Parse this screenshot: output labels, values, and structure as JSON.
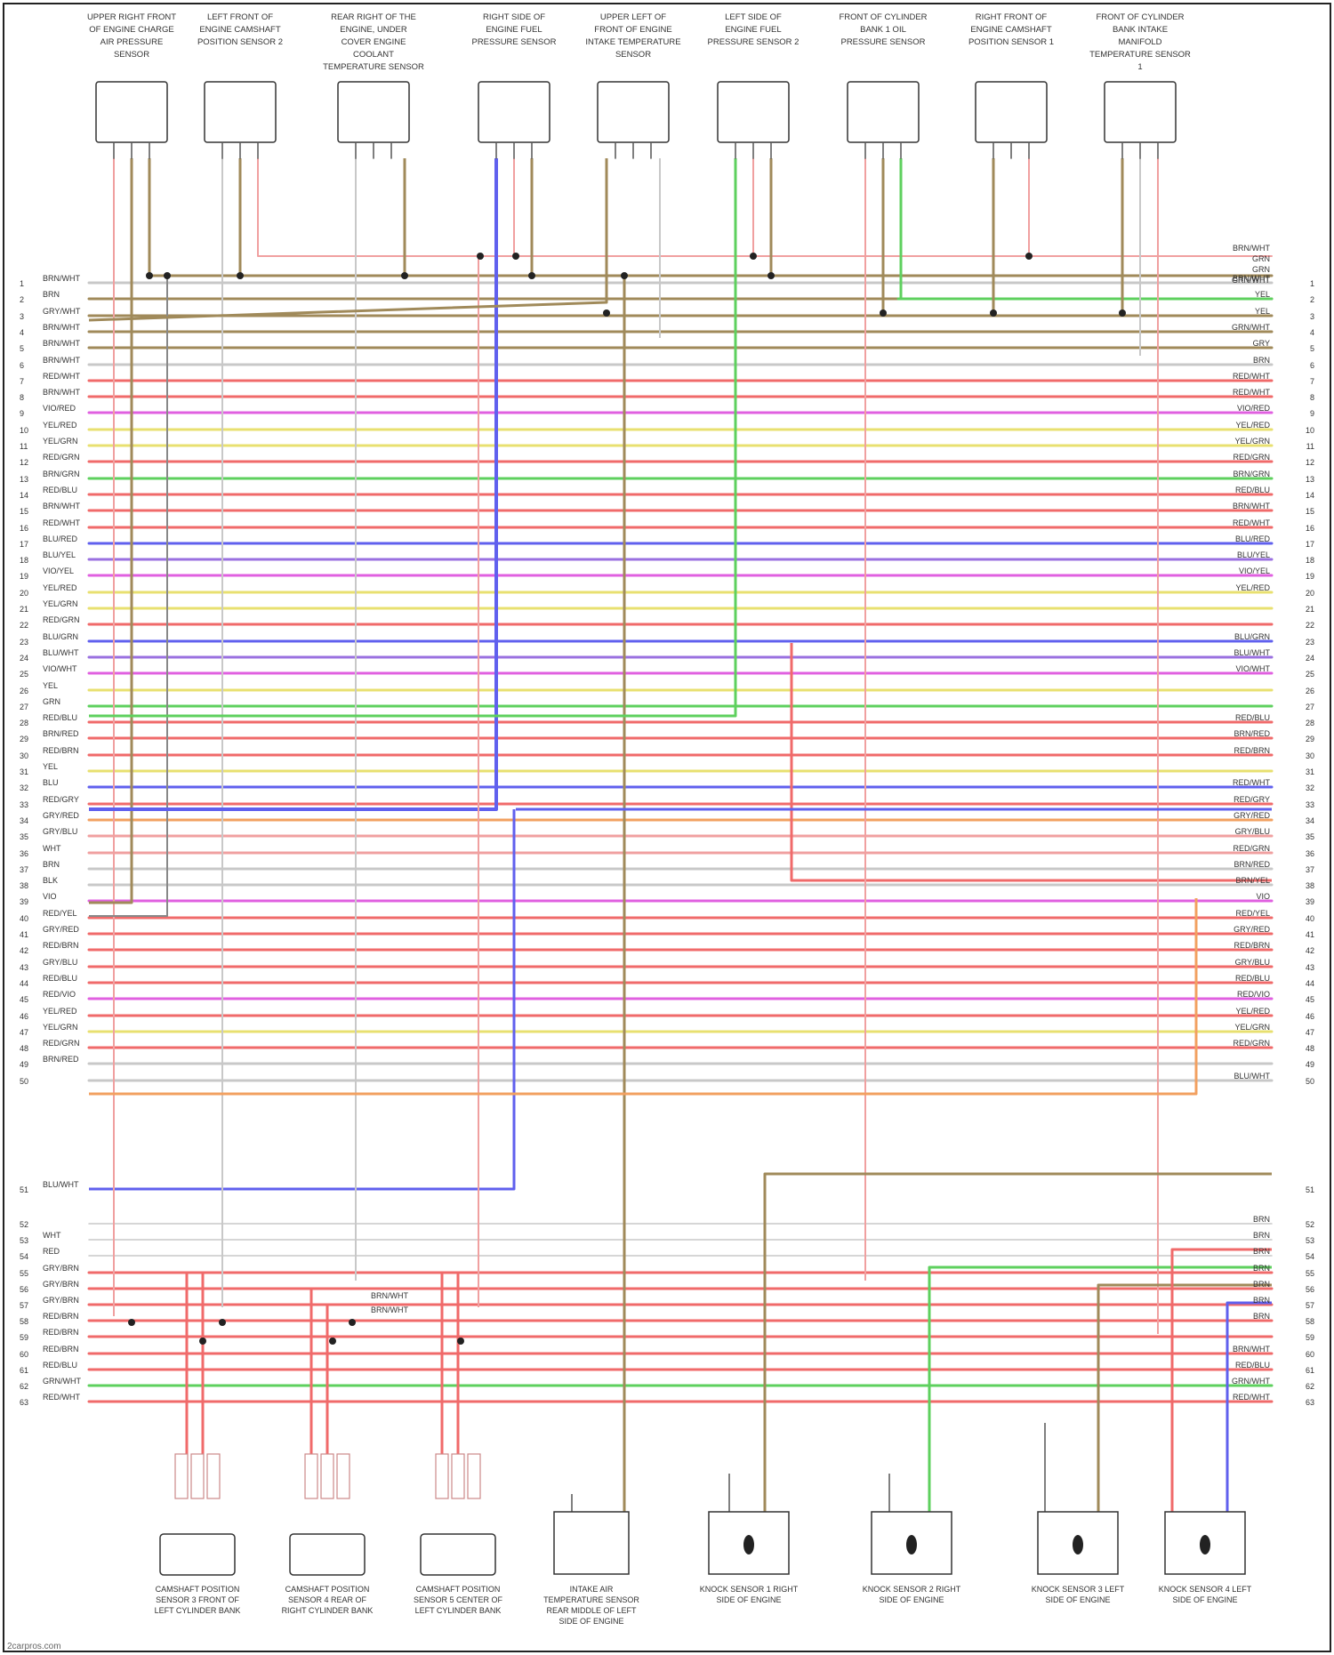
{
  "colors": {
    "frame": "#222222",
    "red": "#f06a6a",
    "pink": "#f0a0a0",
    "orange": "#f2a060",
    "yellow": "#e8e070",
    "green": "#5ed05e",
    "blue": "#6060ee",
    "violet": "#9a70e0",
    "magenta": "#e060e0",
    "brown": "#a08a5a",
    "gray": "#c8c8c8"
  },
  "sensors_top": [
    {
      "label": "UPPER RIGHT FRONT OF ENGINE CHARGE AIR PRESSURE SENSOR"
    },
    {
      "label": "LEFT FRONT OF ENGINE CAMSHAFT POSITION SENSOR 2"
    },
    {
      "label": "REAR RIGHT OF THE ENGINE, UNDER COVER ENGINE COOLANT TEMPERATURE SENSOR"
    },
    {
      "label": "RIGHT SIDE OF ENGINE FUEL PRESSURE SENSOR"
    },
    {
      "label": "UPPER LEFT OF FRONT OF ENGINE INTAKE TEMPERATURE SENSOR"
    },
    {
      "label": "LEFT SIDE OF ENGINE FUEL PRESSURE SENSOR 2"
    },
    {
      "label": "FRONT OF CYLINDER BANK 1 OIL PRESSURE SENSOR"
    },
    {
      "label": "RIGHT FRONT OF ENGINE CAMSHAFT POSITION SENSOR 1"
    },
    {
      "label": "FRONT OF CYLINDER BANK INTAKE MANIFOLD TEMPERATURE SENSOR 1"
    }
  ],
  "sensors_bottom": [
    {
      "label": "CAMSHAFT POSITION SENSOR 3 FRONT OF LEFT CYLINDER BANK"
    },
    {
      "label": "CAMSHAFT POSITION SENSOR 4 REAR OF RIGHT CYLINDER BANK"
    },
    {
      "label": "CAMSHAFT POSITION SENSOR 5 CENTER OF LEFT CYLINDER BANK"
    },
    {
      "label": "INTAKE AIR TEMPERATURE SENSOR REAR MIDDLE OF LEFT SIDE OF ENGINE"
    },
    {
      "label": "KNOCK SENSOR 1 RIGHT SIDE OF ENGINE"
    },
    {
      "label": "KNOCK SENSOR 2 RIGHT SIDE OF ENGINE"
    },
    {
      "label": "KNOCK SENSOR 3 LEFT SIDE OF ENGINE"
    },
    {
      "label": "KNOCK SENSOR 4 LEFT SIDE OF ENGINE"
    }
  ],
  "rows_top": [
    {
      "n": "1",
      "lw": "BRN/WHT",
      "rw": "BRN/WHT",
      "c": "gray"
    },
    {
      "n": "2",
      "lw": "BRN",
      "rw": "YEL",
      "c": "brown"
    },
    {
      "n": "3",
      "lw": "GRY/WHT",
      "rw": "YEL",
      "c": "brown"
    },
    {
      "n": "4",
      "lw": "BRN/WHT",
      "rw": "GRN/WHT",
      "c": "brown"
    },
    {
      "n": "5",
      "lw": "BRN/WHT",
      "rw": "GRY",
      "c": "brown"
    },
    {
      "n": "6",
      "lw": "BRN/WHT",
      "rw": "BRN",
      "c": "gray"
    },
    {
      "n": "7",
      "lw": "RED/WHT",
      "rw": "RED/WHT",
      "c": "red"
    },
    {
      "n": "8",
      "lw": "BRN/WHT",
      "rw": "RED/WHT",
      "c": "red"
    },
    {
      "n": "9",
      "lw": "VIO/RED",
      "rw": "VIO/RED",
      "c": "magenta"
    },
    {
      "n": "10",
      "lw": "YEL/RED",
      "rw": "YEL/RED",
      "c": "yellow"
    },
    {
      "n": "11",
      "lw": "YEL/GRN",
      "rw": "YEL/GRN",
      "c": "yellow"
    },
    {
      "n": "12",
      "lw": "RED/GRN",
      "rw": "RED/GRN",
      "c": "red"
    },
    {
      "n": "13",
      "lw": "BRN/GRN",
      "rw": "BRN/GRN",
      "c": "green"
    },
    {
      "n": "14",
      "lw": "RED/BLU",
      "rw": "RED/BLU",
      "c": "red"
    },
    {
      "n": "15",
      "lw": "BRN/WHT",
      "rw": "BRN/WHT",
      "c": "red"
    },
    {
      "n": "16",
      "lw": "RED/WHT",
      "rw": "RED/WHT",
      "c": "red"
    },
    {
      "n": "17",
      "lw": "BLU/RED",
      "rw": "BLU/RED",
      "c": "blue"
    },
    {
      "n": "18",
      "lw": "BLU/YEL",
      "rw": "BLU/YEL",
      "c": "violet"
    },
    {
      "n": "19",
      "lw": "VIO/YEL",
      "rw": "VIO/YEL",
      "c": "magenta"
    },
    {
      "n": "20",
      "lw": "YEL/RED",
      "rw": "YEL/RED",
      "c": "yellow"
    },
    {
      "n": "21",
      "lw": "YEL/GRN",
      "rw": "",
      "c": "yellow"
    },
    {
      "n": "22",
      "lw": "RED/GRN",
      "rw": "",
      "c": "red"
    },
    {
      "n": "23",
      "lw": "BLU/GRN",
      "rw": "BLU/GRN",
      "c": "blue"
    },
    {
      "n": "24",
      "lw": "BLU/WHT",
      "rw": "BLU/WHT",
      "c": "violet"
    },
    {
      "n": "25",
      "lw": "VIO/WHT",
      "rw": "VIO/WHT",
      "c": "magenta"
    },
    {
      "n": "26",
      "lw": "YEL",
      "rw": "",
      "c": "yellow"
    },
    {
      "n": "27",
      "lw": "GRN",
      "rw": "",
      "c": "green"
    },
    {
      "n": "28",
      "lw": "RED/BLU",
      "rw": "RED/BLU",
      "c": "red"
    },
    {
      "n": "29",
      "lw": "BRN/RED",
      "rw": "BRN/RED",
      "c": "red"
    },
    {
      "n": "30",
      "lw": "RED/BRN",
      "rw": "RED/BRN",
      "c": "red"
    },
    {
      "n": "31",
      "lw": "YEL",
      "rw": "",
      "c": "yellow"
    },
    {
      "n": "32",
      "lw": "BLU",
      "rw": "RED/WHT",
      "c": "blue"
    },
    {
      "n": "33",
      "lw": "RED/GRY",
      "rw": "RED/GRY",
      "c": "red"
    },
    {
      "n": "34",
      "lw": "GRY/RED",
      "rw": "GRY/RED",
      "c": "orange"
    },
    {
      "n": "35",
      "lw": "GRY/BLU",
      "rw": "GRY/BLU",
      "c": "pink"
    },
    {
      "n": "36",
      "lw": "WHT",
      "rw": "RED/GRN",
      "c": "pink"
    },
    {
      "n": "37",
      "lw": "BRN",
      "rw": "BRN/RED",
      "c": "gray"
    },
    {
      "n": "38",
      "lw": "BLK",
      "rw": "BRN/YEL",
      "c": "gray"
    },
    {
      "n": "39",
      "lw": "VIO",
      "rw": "VIO",
      "c": "magenta"
    },
    {
      "n": "40",
      "lw": "RED/YEL",
      "rw": "RED/YEL",
      "c": "red"
    },
    {
      "n": "41",
      "lw": "GRY/RED",
      "rw": "GRY/RED",
      "c": "red"
    },
    {
      "n": "42",
      "lw": "RED/BRN",
      "rw": "RED/BRN",
      "c": "red"
    },
    {
      "n": "43",
      "lw": "GRY/BLU",
      "rw": "GRY/BLU",
      "c": "red"
    },
    {
      "n": "44",
      "lw": "RED/BLU",
      "rw": "RED/BLU",
      "c": "red"
    },
    {
      "n": "45",
      "lw": "RED/VIO",
      "rw": "RED/VIO",
      "c": "magenta"
    },
    {
      "n": "46",
      "lw": "YEL/RED",
      "rw": "YEL/RED",
      "c": "red"
    },
    {
      "n": "47",
      "lw": "YEL/GRN",
      "rw": "YEL/GRN",
      "c": "yellow"
    },
    {
      "n": "48",
      "lw": "RED/GRN",
      "rw": "RED/GRN",
      "c": "red"
    },
    {
      "n": "49",
      "lw": "BRN/RED",
      "rw": "",
      "c": "gray"
    },
    {
      "n": "50",
      "lw": "",
      "rw": "BLU/WHT",
      "c": "gray"
    }
  ],
  "rows_bottom": [
    {
      "n": "51",
      "lw": "BLU/WHT",
      "rw": "",
      "c": "blue"
    },
    {
      "n": "52",
      "lw": "",
      "rw": "BRN",
      "c": "gray"
    },
    {
      "n": "53",
      "lw": "WHT",
      "rw": "BRN",
      "c": "gray"
    },
    {
      "n": "54",
      "lw": "RED",
      "rw": "BRN",
      "c": "gray"
    },
    {
      "n": "55",
      "lw": "GRY/BRN",
      "rw": "BRN",
      "c": "red"
    },
    {
      "n": "56",
      "lw": "GRY/BRN",
      "rw": "BRN",
      "c": "red"
    },
    {
      "n": "57",
      "lw": "GRY/BRN",
      "rw": "BRN",
      "c": "red"
    },
    {
      "n": "58",
      "lw": "RED/BRN",
      "rw": "BRN",
      "c": "red"
    },
    {
      "n": "59",
      "lw": "RED/BRN",
      "rw": "",
      "c": "red"
    },
    {
      "n": "60",
      "lw": "RED/BRN",
      "rw": "BRN/WHT",
      "c": "red"
    },
    {
      "n": "61",
      "lw": "RED/BLU",
      "rw": "RED/BLU",
      "c": "red"
    },
    {
      "n": "62",
      "lw": "GRN/WHT",
      "rw": "GRN/WHT",
      "c": "green"
    },
    {
      "n": "63",
      "lw": "RED/WHT",
      "rw": "RED/WHT",
      "c": "red"
    }
  ],
  "right_header_labels": [
    "BRN/WHT",
    "GRN",
    "GRN",
    "GRN/WHT"
  ],
  "splice_label": "BRN/WHT",
  "watermark": "2carpros.com"
}
